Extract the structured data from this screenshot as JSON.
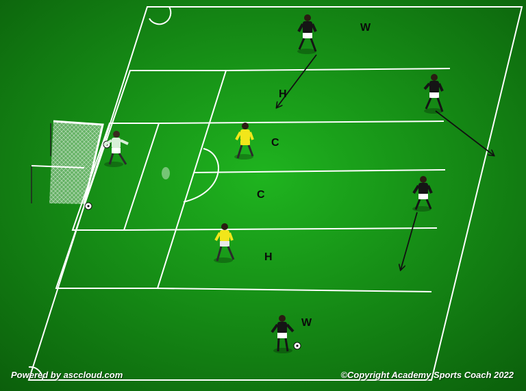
{
  "colors": {
    "grass_light": "#1fb41f",
    "grass_dark": "#0b5e0b",
    "lines": "#ffffff",
    "goalkeeper_kit": "#d8f0d8",
    "defender_kit": "#f2e61a",
    "attacker_kit": "#151515",
    "arrow": "#111111"
  },
  "zone_labels": {
    "w_top": "W",
    "h_top": "H",
    "c_upper": "C",
    "c_lower": "C",
    "h_bottom": "H",
    "w_bottom": "W"
  },
  "players": [
    {
      "role": "goalkeeper",
      "kit": "light-green"
    },
    {
      "role": "defender",
      "kit": "yellow"
    },
    {
      "role": "defender",
      "kit": "yellow"
    },
    {
      "role": "attacker",
      "kit": "black"
    },
    {
      "role": "attacker",
      "kit": "black"
    },
    {
      "role": "attacker",
      "kit": "black"
    },
    {
      "role": "attacker",
      "kit": "black"
    }
  ],
  "footer": {
    "left": "Powered by asccloud.com",
    "right": "©Copyright Academy Sports Coach 2022"
  }
}
